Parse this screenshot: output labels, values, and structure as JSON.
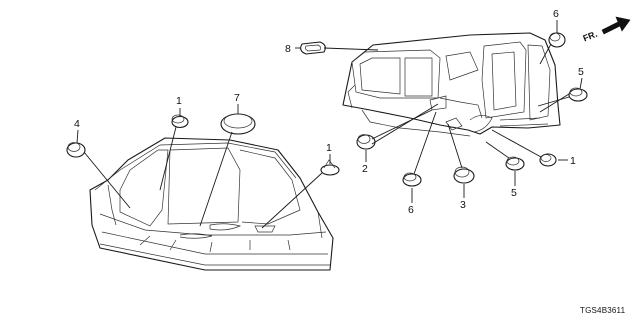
{
  "diagram": {
    "direction_label": "FR.",
    "diagram_code": "TGS4B3611",
    "callouts": [
      {
        "id": "callout-1a",
        "label": "1"
      },
      {
        "id": "callout-1b",
        "label": "1"
      },
      {
        "id": "callout-1c",
        "label": "1"
      },
      {
        "id": "callout-2",
        "label": "2"
      },
      {
        "id": "callout-3",
        "label": "3"
      },
      {
        "id": "callout-4",
        "label": "4"
      },
      {
        "id": "callout-5a",
        "label": "5"
      },
      {
        "id": "callout-5b",
        "label": "5"
      },
      {
        "id": "callout-6a",
        "label": "6"
      },
      {
        "id": "callout-6b",
        "label": "6"
      },
      {
        "id": "callout-7",
        "label": "7"
      },
      {
        "id": "callout-8",
        "label": "8"
      }
    ]
  }
}
